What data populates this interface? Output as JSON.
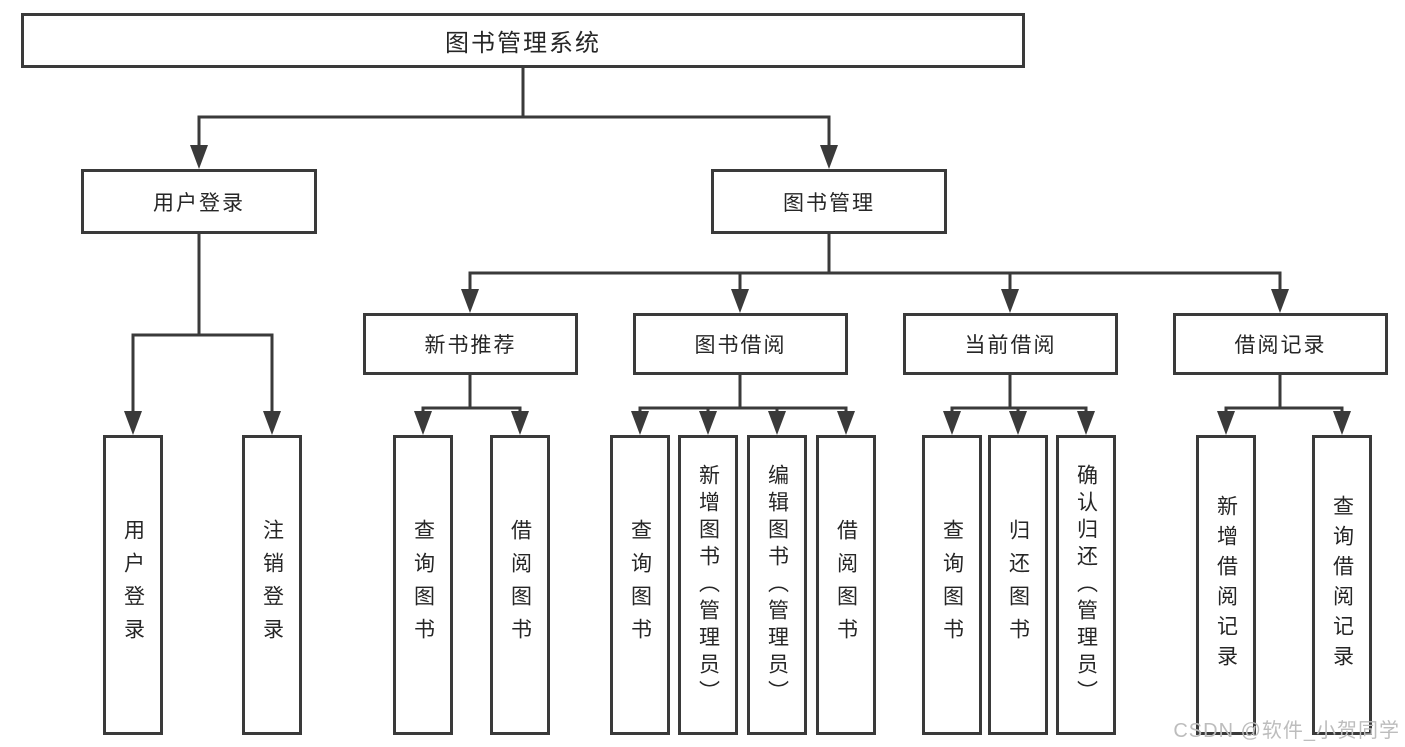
{
  "diagram": {
    "title": "图书管理系统",
    "nodes": {
      "root": "图书管理系统",
      "userLogin": "用户登录",
      "bookMgmt": "图书管理",
      "newBookRec": "新书推荐",
      "bookBorrow": "图书借阅",
      "currentBorrow": "当前借阅",
      "borrowRecords": "借阅记录",
      "leafUserLogin": "用户登录",
      "leafLogout": "注销登录",
      "nbQueryBook": "查询图书",
      "nbBorrowBook": "借阅图书",
      "bbQueryBook": "查询图书",
      "bbAddBook": "新增图书（管理员）",
      "bbEditBook": "编辑图书（管理员）",
      "bbBorrowBook": "借阅图书",
      "cbQueryBook": "查询图书",
      "cbReturnBook": "归还图书",
      "cbConfirmReturn": "确认归还（管理员）",
      "brAddRecord": "新增借阅记录",
      "brQueryRecord": "查询借阅记录"
    },
    "line_color": "#3a3a3a",
    "watermark": "CSDN @软件_小贺同学"
  }
}
